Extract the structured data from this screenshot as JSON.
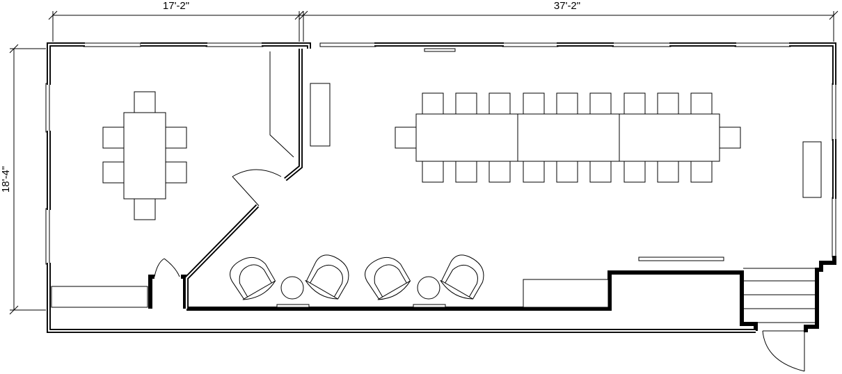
{
  "dimensions": {
    "width_left": "17'-2\"",
    "width_right": "37'-2\"",
    "depth": "18'-4\""
  }
}
